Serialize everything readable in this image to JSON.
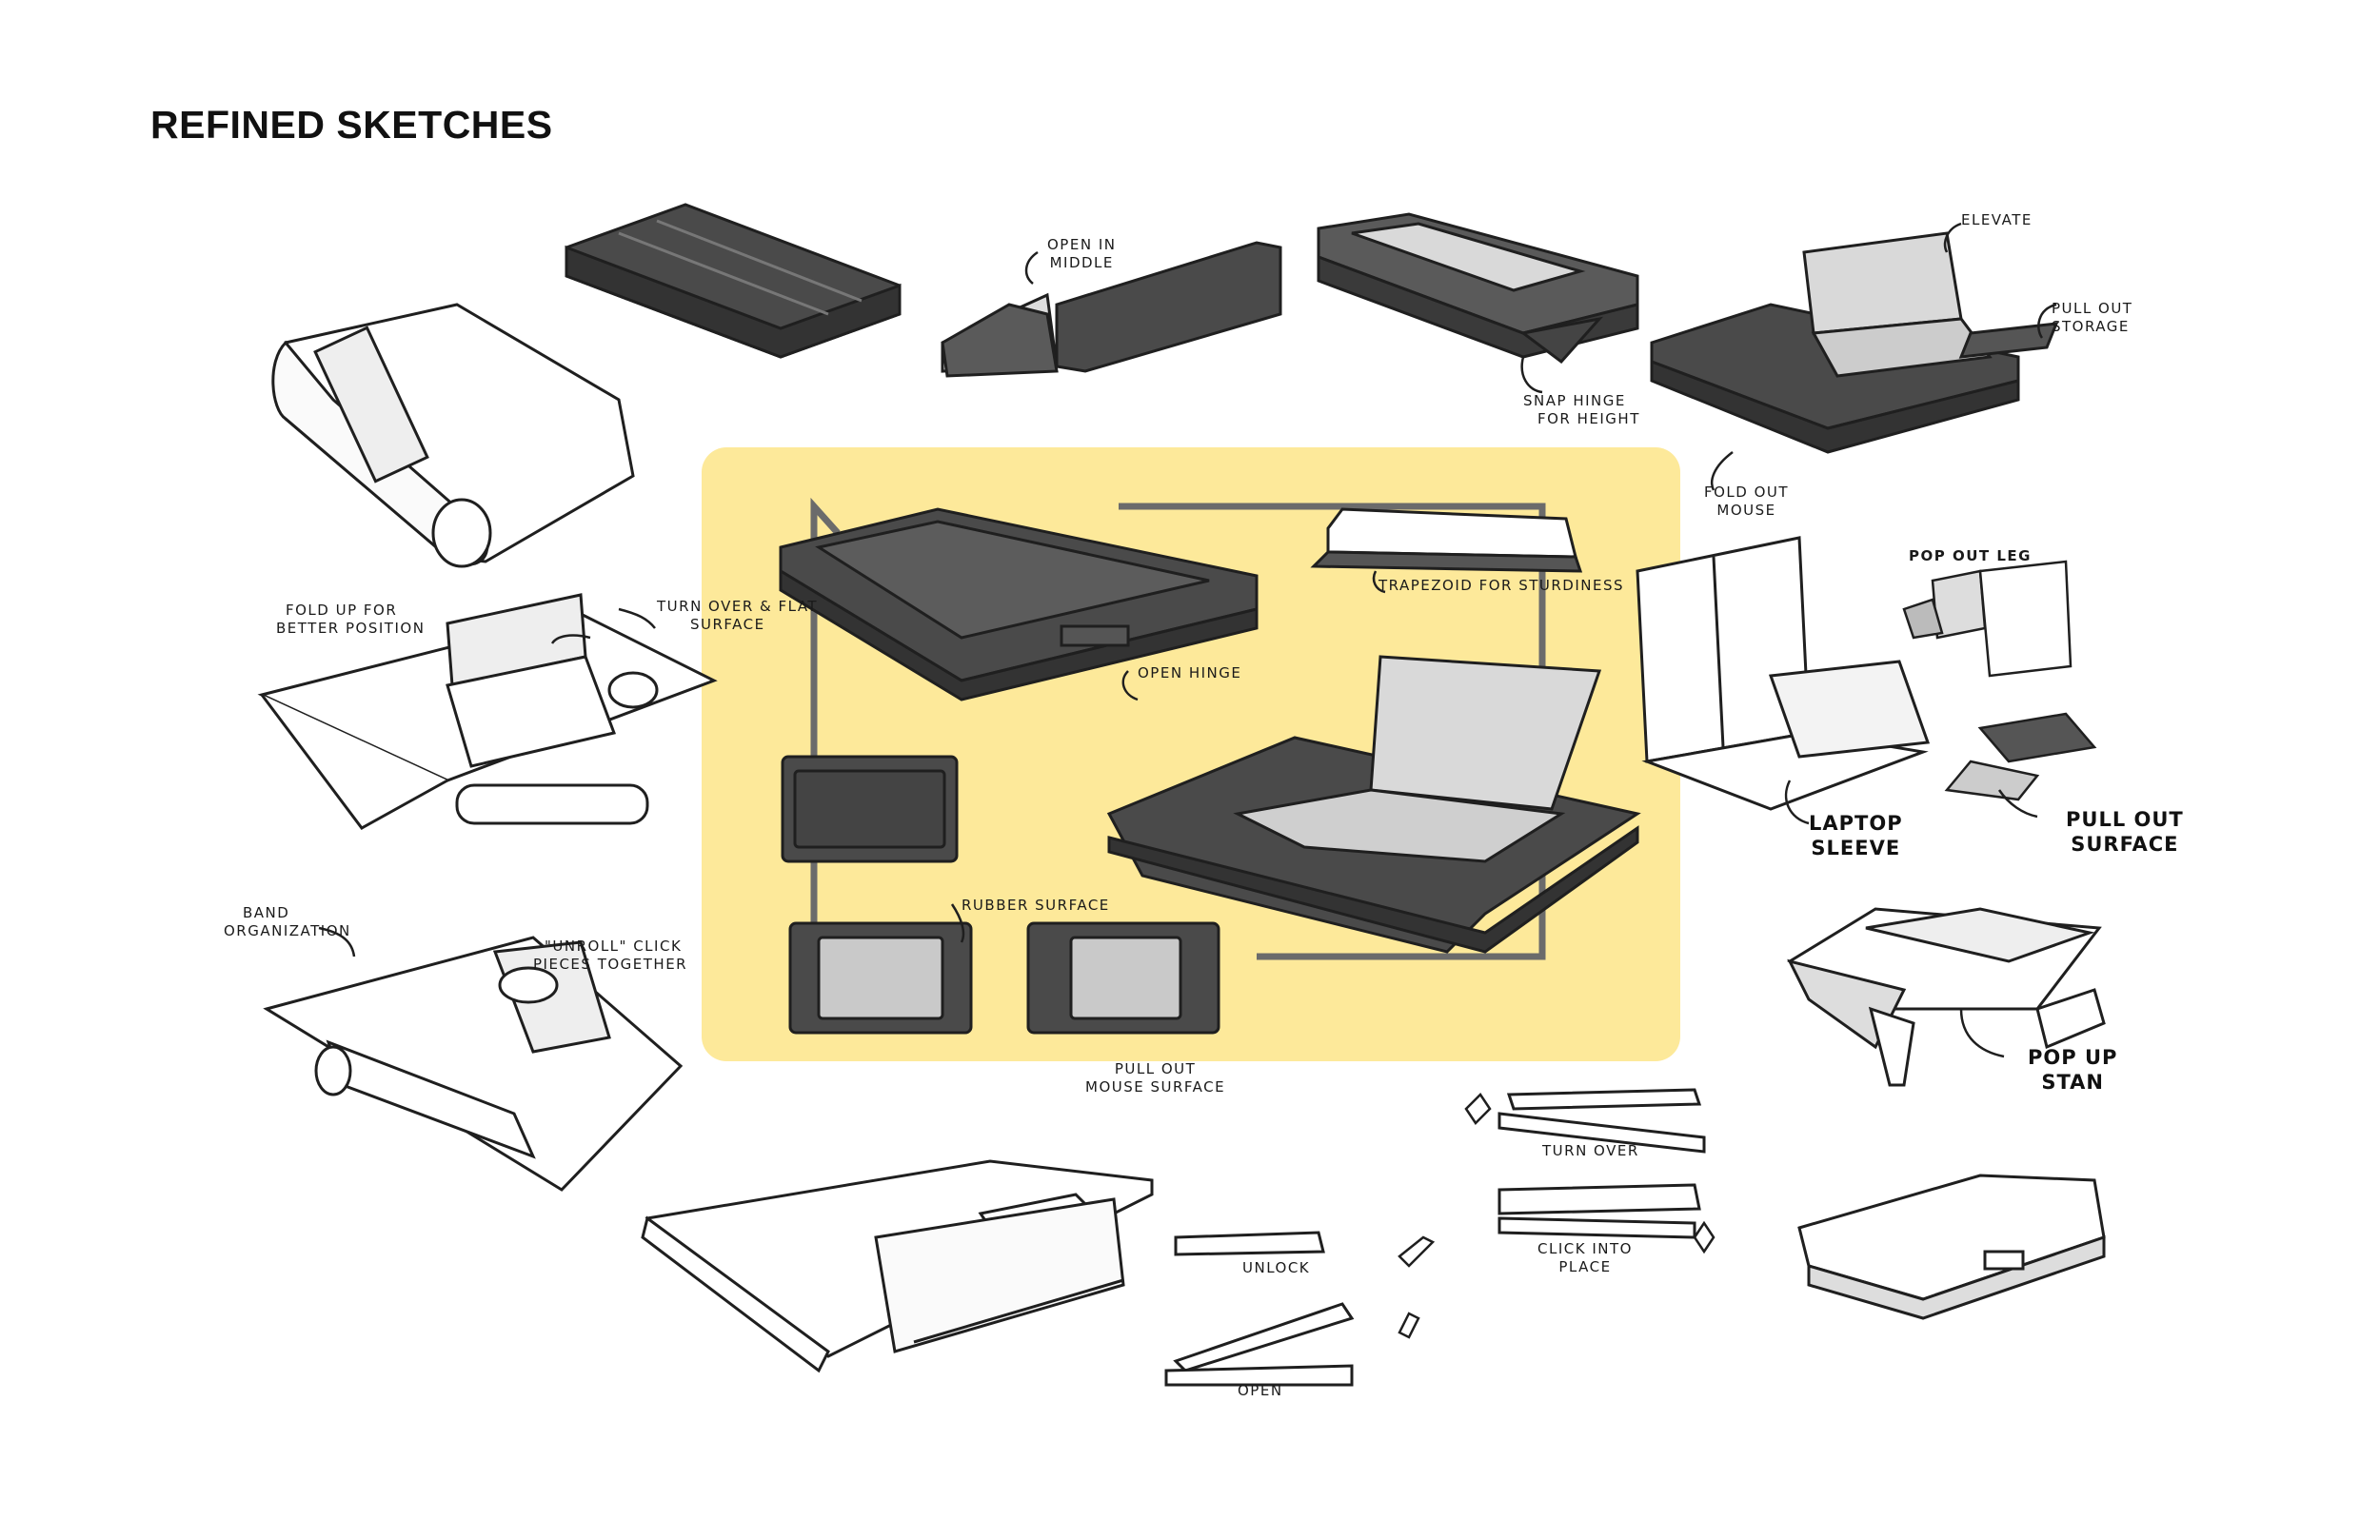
{
  "title": "REFINED SKETCHES",
  "colors": {
    "highlight": "#fde99a",
    "dark_product": "#4a4a4a",
    "outline": "#1f1f1f",
    "screen": "#d9d9d9"
  },
  "annotations": {
    "open_in_middle": [
      "OPEN IN",
      "MIDDLE"
    ],
    "snap_hinge": [
      "SNAP HINGE",
      "FOR HEIGHT"
    ],
    "elevate": "ELEVATE",
    "pull_out_storage": [
      "PULL OUT",
      "STORAGE"
    ],
    "fold_out_mouse": [
      "FOLD OUT",
      "MOUSE"
    ],
    "fold_up": [
      "FOLD UP FOR",
      "BETTER POSITION"
    ],
    "turn_over_flat": [
      "TURN OVER & FLAT",
      "SURFACE"
    ],
    "open_hinge": "OPEN HINGE",
    "trapezoid": "TRAPEZOID FOR STURDINESS",
    "rubber_surface": "RUBBER SURFACE",
    "pull_out_mouse_surface": [
      "PULL OUT",
      "MOUSE SURFACE"
    ],
    "pop_out_leg": "POP OUT LEG",
    "laptop_sleeve": [
      "LAPTOP",
      "SLEEVE"
    ],
    "pull_out_surface": [
      "PULL OUT",
      "SURFACE"
    ],
    "band_organization": [
      "BAND",
      "ORGANIZATION"
    ],
    "unroll_click": [
      "\"UNROLL\" CLICK",
      "PIECES TOGETHER"
    ],
    "pop_up_stand": [
      "POP UP",
      "STAN"
    ],
    "turn_over": "TURN OVER",
    "click_into_place": [
      "CLICK INTO",
      "PLACE"
    ],
    "unlock": "UNLOCK",
    "open": "OPEN"
  }
}
